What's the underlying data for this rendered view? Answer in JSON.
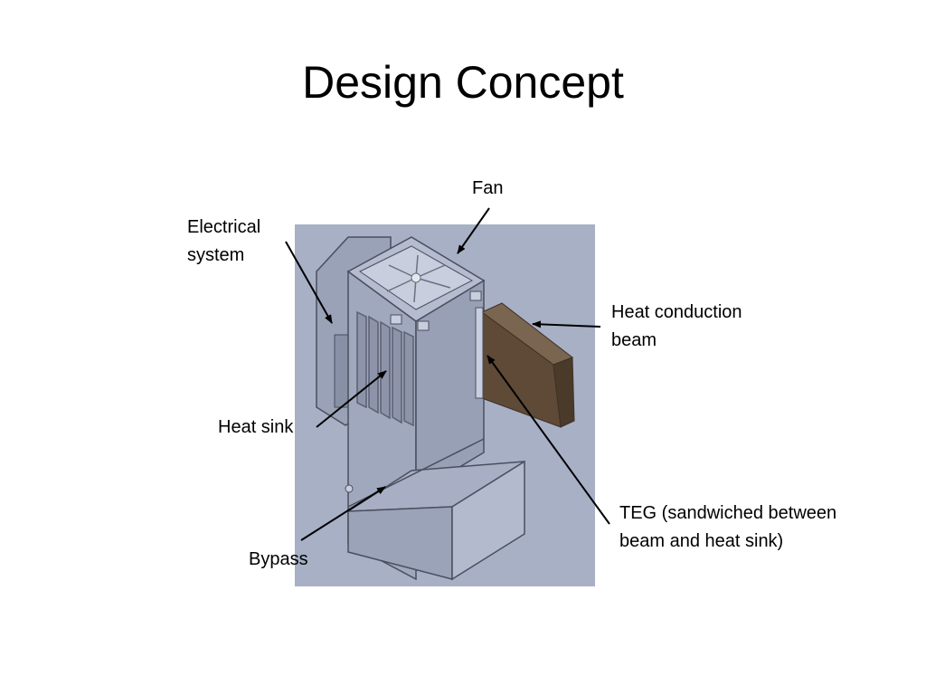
{
  "slide": {
    "title": "Design Concept"
  },
  "labels": {
    "fan": "Fan",
    "electrical_line1": "Electrical",
    "electrical_line2": "system",
    "heat_conduction_line1": "Heat conduction",
    "heat_conduction_line2": "beam",
    "heat_sink": "Heat sink",
    "teg_line1": "TEG (sandwiched between",
    "teg_line2": "beam and heat sink)",
    "bypass": "Bypass"
  },
  "colors": {
    "render_background": "#a8b0c6",
    "housing_edge": "#4a4f5e",
    "beam": "#5e4a36",
    "arrow": "#000000"
  }
}
